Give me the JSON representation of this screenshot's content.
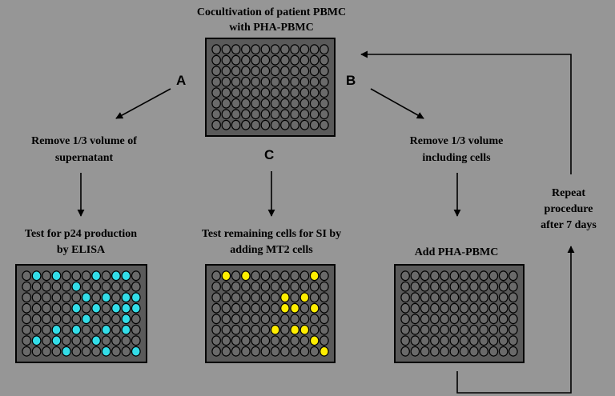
{
  "labels": {
    "top_title_1": "Cocultivation of patient PBMC",
    "top_title_2": "with PHA-PBMC",
    "path_a": "A",
    "path_b": "B",
    "path_c": "C",
    "remove_supernatant_1": "Remove 1/3 volume of",
    "remove_supernatant_2": "supernatant",
    "remove_cells_1": "Remove 1/3 volume",
    "remove_cells_2": "including cells",
    "repeat_1": "Repeat",
    "repeat_2": "procedure",
    "repeat_3": "after 7 days",
    "test_p24_1": "Test for p24 production",
    "test_p24_2": "by ELISA",
    "test_si_1": "Test remaining cells for SI by",
    "test_si_2": "adding MT2 cells",
    "add_pha": "Add PHA-PBMC"
  },
  "colors": {
    "background": "#969696",
    "plate_fill": "#5a5a5a",
    "well_empty": "#6a6a6a",
    "well_p24_positive": "#33dde8",
    "well_si_positive": "#ffee00"
  },
  "plates": {
    "rows": 8,
    "cols": 12,
    "p24_positive_wells": [
      [
        0,
        1
      ],
      [
        0,
        3
      ],
      [
        0,
        7
      ],
      [
        0,
        9
      ],
      [
        0,
        10
      ],
      [
        1,
        5
      ],
      [
        2,
        6
      ],
      [
        2,
        8
      ],
      [
        2,
        10
      ],
      [
        2,
        11
      ],
      [
        3,
        5
      ],
      [
        3,
        7
      ],
      [
        3,
        9
      ],
      [
        3,
        10
      ],
      [
        3,
        11
      ],
      [
        4,
        6
      ],
      [
        4,
        10
      ],
      [
        5,
        3
      ],
      [
        5,
        5
      ],
      [
        5,
        8
      ],
      [
        5,
        10
      ],
      [
        6,
        1
      ],
      [
        6,
        3
      ],
      [
        6,
        7
      ],
      [
        7,
        4
      ],
      [
        7,
        8
      ],
      [
        7,
        11
      ]
    ],
    "si_positive_wells": [
      [
        0,
        1
      ],
      [
        0,
        3
      ],
      [
        0,
        10
      ],
      [
        2,
        7
      ],
      [
        2,
        9
      ],
      [
        3,
        7
      ],
      [
        3,
        8
      ],
      [
        3,
        10
      ],
      [
        5,
        6
      ],
      [
        5,
        8
      ],
      [
        5,
        9
      ],
      [
        6,
        10
      ],
      [
        7,
        11
      ]
    ]
  }
}
